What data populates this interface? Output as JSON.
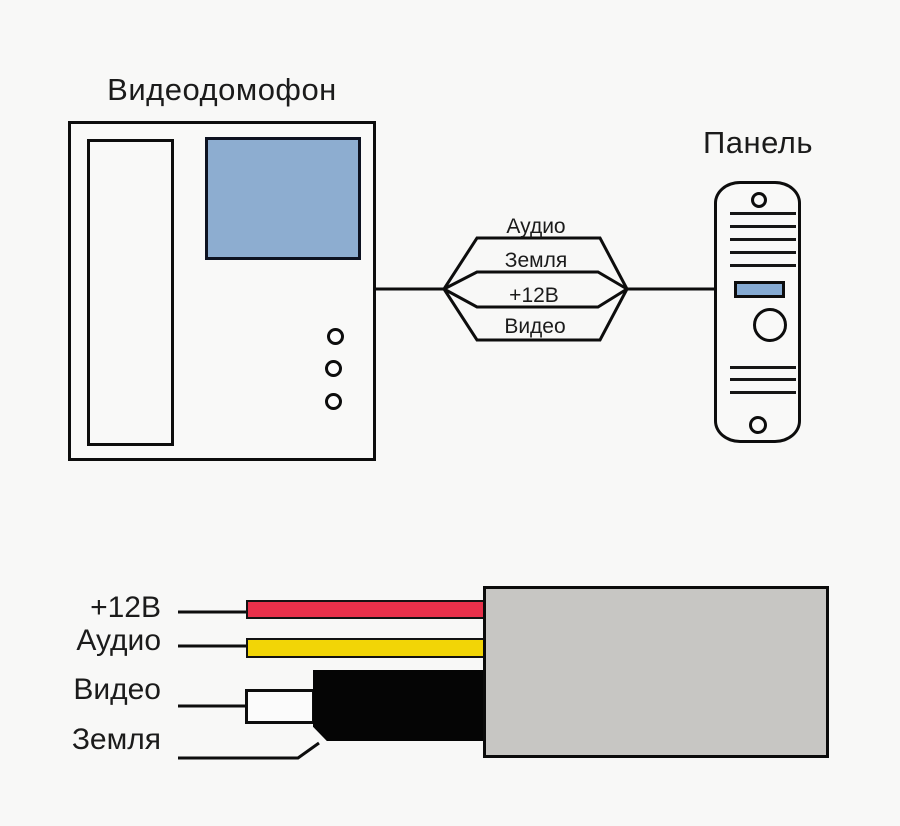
{
  "monitor": {
    "title": "Видеодомофон",
    "buttons_count": 3
  },
  "panel": {
    "title": "Панель",
    "top_grille_lines": 5,
    "bottom_grille_lines": 3
  },
  "bundle": {
    "labels": [
      "Аудио",
      "Земля",
      "+12В",
      "Видео"
    ]
  },
  "bottom_wires": [
    {
      "label": "+12В",
      "color": "#e8304a"
    },
    {
      "label": "Аудио",
      "color": "#f2d506"
    },
    {
      "label": "Видео",
      "color": "#fbfbfb"
    },
    {
      "label": "Земля",
      "color": "#050505"
    }
  ],
  "colors": {
    "screen_blue": "#8dadd0",
    "panel_blue": "#85aad2",
    "wire_red": "#e8304a",
    "wire_yellow": "#f2d506",
    "cable_gray": "#c7c6c3",
    "line_black": "#0d0d0d",
    "background": "#f8f8f7"
  }
}
